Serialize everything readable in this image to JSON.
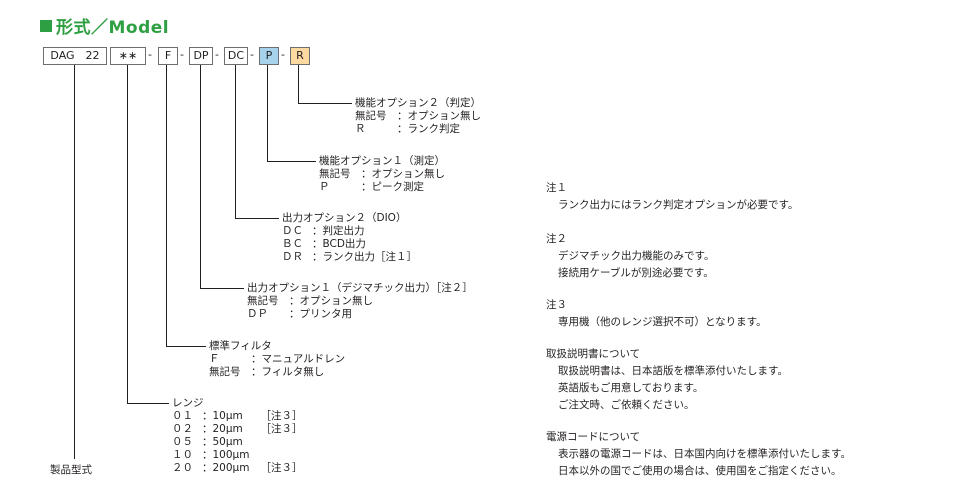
{
  "title": "形式／Model",
  "code": {
    "boxes": [
      "DAG　22",
      "∗∗",
      "F",
      "DP",
      "DC",
      "P",
      "R"
    ],
    "separator": "-"
  },
  "labels": {
    "opt2": {
      "title": "機能オプション２（判定）",
      "rows": [
        [
          "無記号",
          "オプション無し"
        ],
        [
          "Ｒ",
          "ランク判定"
        ]
      ]
    },
    "opt1": {
      "title": "機能オプション１（測定）",
      "rows": [
        [
          "無記号",
          "オプション無し"
        ],
        [
          "Ｐ",
          "ピーク測定"
        ]
      ]
    },
    "out2": {
      "title": "出力オプション２（DIO）",
      "rows": [
        [
          "ＤＣ",
          "判定出力"
        ],
        [
          "ＢＣ",
          "BCD出力"
        ],
        [
          "ＤＲ",
          "ランク出力［注１］"
        ]
      ]
    },
    "out1": {
      "title": "出力オプション１（デジマチック出力）［注２］",
      "rows": [
        [
          "無記号",
          "オプション無し"
        ],
        [
          "ＤＰ",
          "プリンタ用"
        ]
      ]
    },
    "filter": {
      "title": "標準フィルタ",
      "rows": [
        [
          "Ｆ",
          "マニュアルドレン"
        ],
        [
          "無記号",
          "フィルタ無し"
        ]
      ]
    },
    "range": {
      "title": "レンジ",
      "rows": [
        [
          "０１",
          "10μm",
          "［注３］"
        ],
        [
          "０２",
          "20μm",
          "［注３］"
        ],
        [
          "０５",
          "50μm",
          ""
        ],
        [
          "１０",
          "100μm",
          ""
        ],
        [
          "２０",
          "200μm",
          "［注３］"
        ]
      ]
    },
    "model": "製品型式"
  },
  "notes": [
    {
      "head": "注１",
      "lines": [
        "ランク出力にはランク判定オプションが必要です。"
      ]
    },
    {
      "head": "注２",
      "lines": [
        "デジマチック出力機能のみです。",
        "接続用ケーブルが別途必要です。"
      ]
    },
    {
      "head": "注３",
      "lines": [
        "専用機（他のレンジ選択不可）となります。"
      ]
    },
    {
      "head": "取扱説明書について",
      "lines": [
        "取扱説明書は、日本語版を標準添付いたします。",
        "英語版もご用意しております。",
        "ご注文時、ご依頼ください。"
      ]
    },
    {
      "head": "電源コードについて",
      "lines": [
        "表示器の電源コードは、日本国内向けを標準添付いたします。",
        "日本以外の国でご使用の場合は、使用国をご指定ください。"
      ]
    }
  ],
  "colors": {
    "title": "#2ea043",
    "box_p": "#a6d2ec",
    "box_r": "#fbd9a0"
  }
}
